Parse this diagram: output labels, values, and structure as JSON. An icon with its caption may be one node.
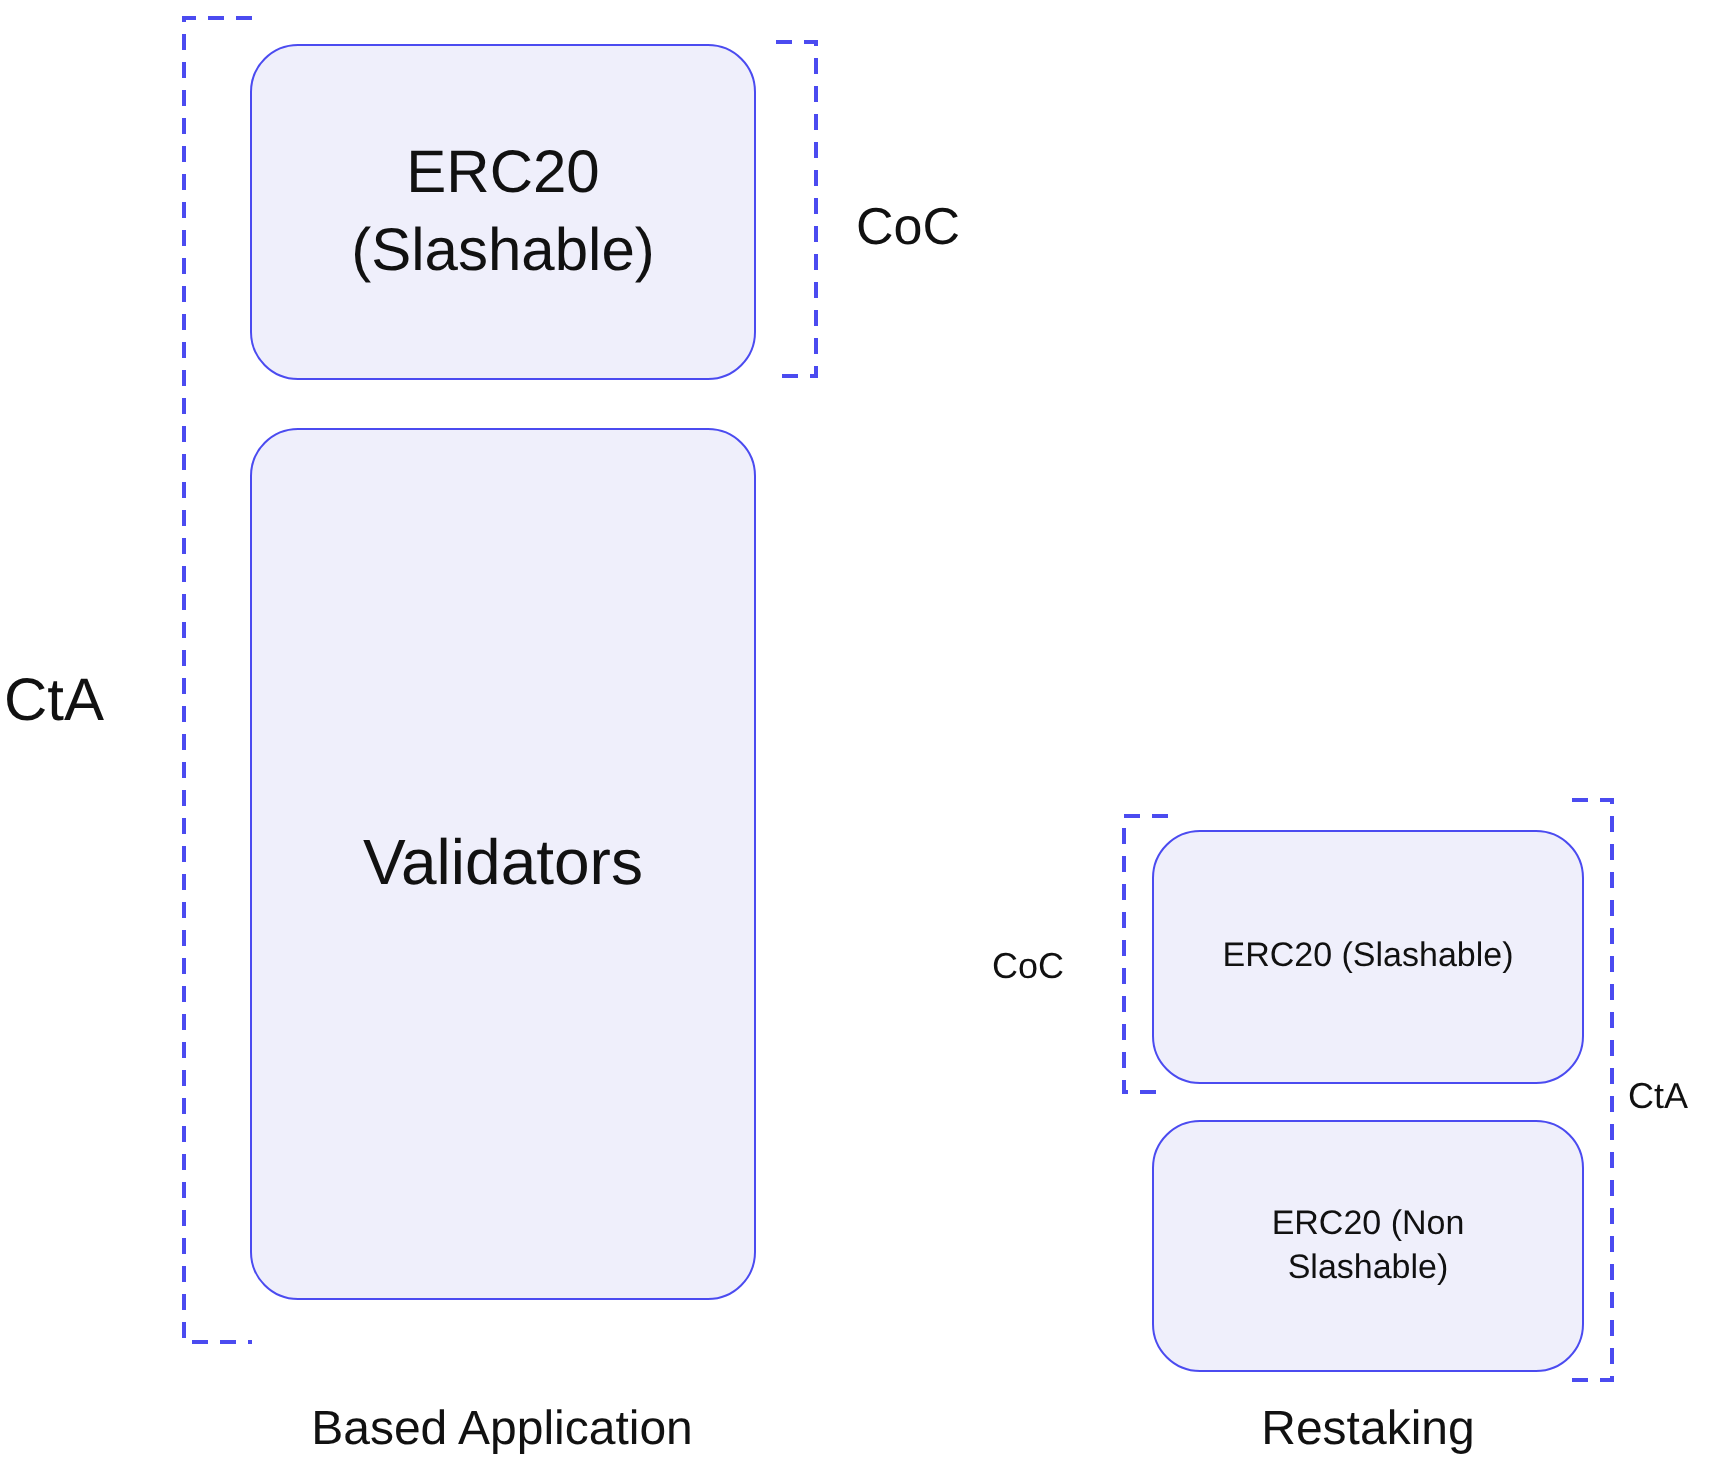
{
  "diagram": {
    "nodes": [
      {
        "text": [
          "ERC20 (Slashable)"
        ]
      },
      {
        "text": [
          "Validators"
        ]
      },
      {
        "text": [
          "ERC20 (Slashable)"
        ]
      },
      {
        "text": [
          "ERC20 (Non Slashable)"
        ]
      }
    ],
    "labels": [
      "CoC",
      "CtA",
      "CoC",
      "CtA",
      "Based Application",
      "Restaking"
    ]
  }
}
